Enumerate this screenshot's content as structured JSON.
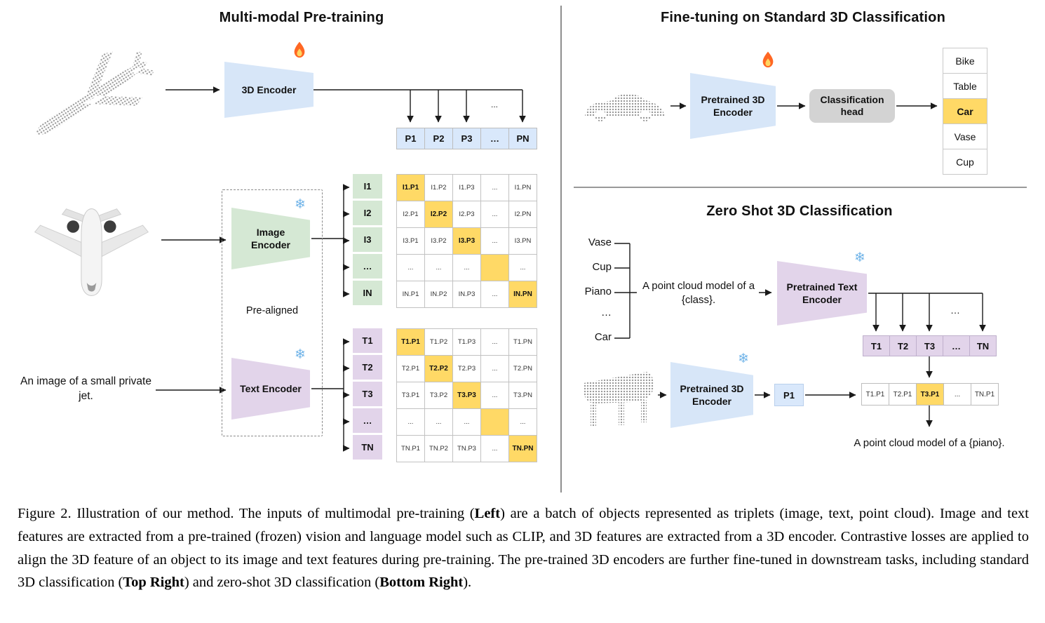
{
  "colors": {
    "highlight": "#ffd966",
    "encoder_blue": "#d7e6f8",
    "encoder_green": "#d5e8d4",
    "encoder_purple": "#e2d4ea"
  },
  "icons": {
    "snowflake": "❄"
  },
  "left": {
    "title": "Multi-modal Pre-training",
    "encoder3d_label": "3D Encoder",
    "image_encoder_label": "Image Encoder",
    "text_encoder_label": "Text Encoder",
    "prealigned": "Pre-aligned",
    "input_text": "An image of a small private jet.",
    "branch_ellipsis": "...",
    "p_header": [
      "P1",
      "P2",
      "P3",
      "…",
      "PN"
    ],
    "image_row_labels": [
      "I1",
      "I2",
      "I3",
      "…",
      "IN"
    ],
    "image_matrix": [
      [
        "I1.P1",
        "I1.P2",
        "I1.P3",
        "...",
        "I1.PN"
      ],
      [
        "I2.P1",
        "I2.P2",
        "I2.P3",
        "...",
        "I2.PN"
      ],
      [
        "I3.P1",
        "I3.P2",
        "I3.P3",
        "...",
        "I3.PN"
      ],
      [
        "...",
        "...",
        "...",
        "",
        "..."
      ],
      [
        "IN.P1",
        "IN.P2",
        "IN.P3",
        "...",
        "IN.PN"
      ]
    ],
    "text_row_labels": [
      "T1",
      "T2",
      "T3",
      "…",
      "TN"
    ],
    "text_matrix": [
      [
        "T1.P1",
        "T1.P2",
        "T1.P3",
        "...",
        "T1.PN"
      ],
      [
        "T2.P1",
        "T2.P2",
        "T2.P3",
        "...",
        "T2.PN"
      ],
      [
        "T3.P1",
        "T3.P2",
        "T3.P3",
        "...",
        "T3.PN"
      ],
      [
        "...",
        "...",
        "...",
        "",
        "..."
      ],
      [
        "TN.P1",
        "TN.P2",
        "TN.P3",
        "...",
        "TN.PN"
      ]
    ]
  },
  "top_right": {
    "title": "Fine-tuning on Standard 3D Classification",
    "encoder_label": "Pretrained 3D Encoder",
    "head_label": "Classification head",
    "classes": [
      "Bike",
      "Table",
      "Car",
      "Vase",
      "Cup"
    ],
    "highlighted_class": "Car"
  },
  "bottom_right": {
    "title": "Zero Shot 3D Classification",
    "class_list": [
      "Vase",
      "Cup",
      "Piano",
      "…",
      "Car"
    ],
    "prompt_text": "A point cloud model of a {class}.",
    "text_encoder_label": "Pretrained Text Encoder",
    "encoder3d_label": "Pretrained 3D Encoder",
    "t_header": [
      "T1",
      "T2",
      "T3",
      "…",
      "TN"
    ],
    "t_ellipsis": "…",
    "p1_label": "P1",
    "result_row": [
      "T1.P1",
      "T2.P1",
      "T3.P1",
      "...",
      "TN.P1"
    ],
    "result_text": "A point cloud model of a {piano}."
  },
  "caption": {
    "p1": "Figure 2. Illustration of our method. The inputs of multimodal pre-training (",
    "b1": "Left",
    "p2": ") are a batch of objects represented as triplets (image, text, point cloud). Image and text features are extracted from a pre-trained (frozen) vision and language model such as CLIP, and 3D features are extracted from a 3D encoder. Contrastive losses are applied to align the 3D feature of an object to its image and text features during pre-training. The pre-trained 3D encoders are further fine-tuned in downstream tasks, including standard 3D classification (",
    "b2": "Top Right",
    "p3": ") and zero-shot 3D classification (",
    "b3": "Bottom Right",
    "p4": ")."
  }
}
